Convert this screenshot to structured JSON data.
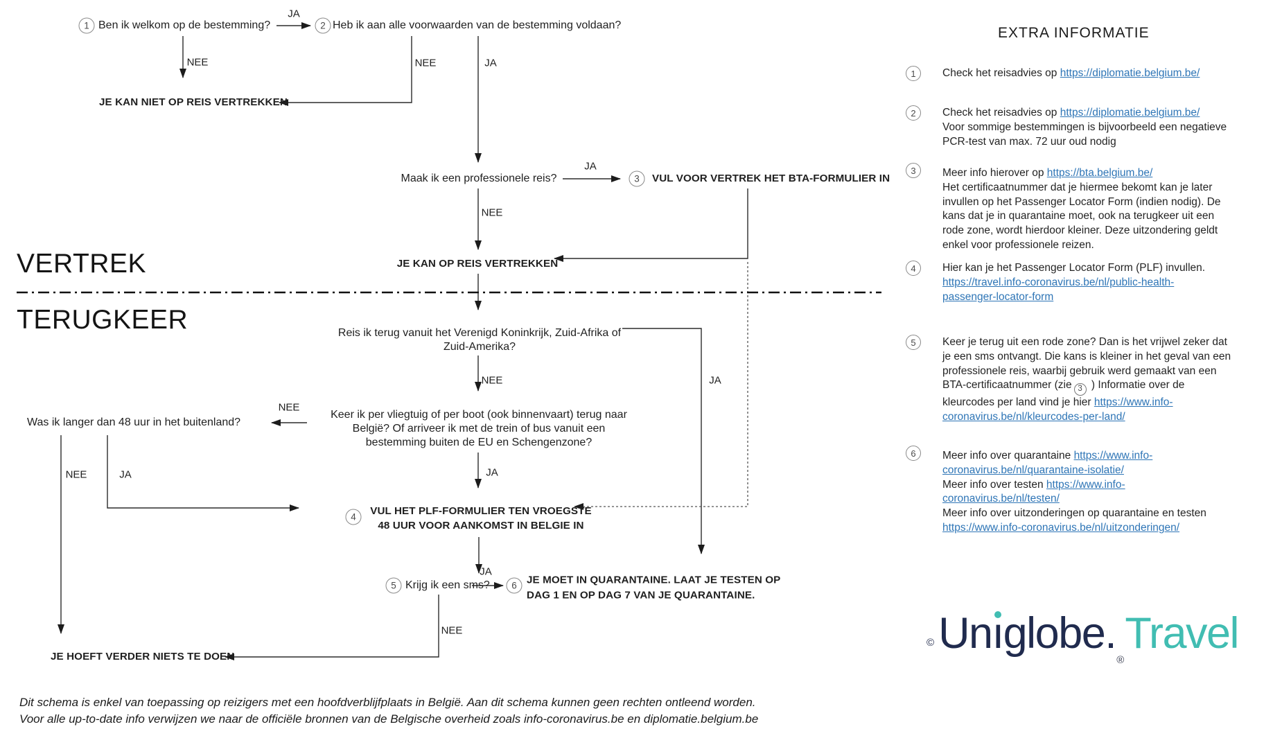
{
  "flow": {
    "ja": "JA",
    "nee": "NEE",
    "sections": {
      "vertrek": "VERTREK",
      "terugkeer": "TERUGKEER"
    },
    "nodes": {
      "q1": {
        "num": "1",
        "text": "Ben ik welkom op de bestemming?"
      },
      "q2": {
        "num": "2",
        "text": "Heb ik aan alle voorwaarden van de bestemming voldaan?"
      },
      "no_travel": {
        "text": "JE KAN NIET OP REIS VERTREKKEN"
      },
      "q_professional": {
        "text": "Maak ik een professionele reis?"
      },
      "bta": {
        "num": "3",
        "text": "VUL VOOR VERTREK HET BTA-FORMULIER IN"
      },
      "can_travel": {
        "text": "JE KAN OP REIS VERTREKKEN"
      },
      "q_uk": {
        "line1": "Reis ik terug vanuit het Verenigd Koninkrijk, Zuid-Afrika of",
        "line2": "Zuid-Amerika?"
      },
      "q_transport": {
        "line1": "Keer ik per vliegtuig of per boot (ook binnenvaart) terug naar",
        "line2": "België? Of arriveer ik met de trein of bus vanuit een",
        "line3": "bestemming buiten de EU en Schengenzone?"
      },
      "q_48h": {
        "text": "Was ik langer dan 48 uur in het buitenland?"
      },
      "plf": {
        "num": "4",
        "line1": "VUL HET PLF-FORMULIER TEN VROEGSTE",
        "line2": "48 UUR VOOR AANKOMST IN BELGIE IN"
      },
      "q_sms": {
        "num": "5",
        "text": "Krijg ik een sms?"
      },
      "quarantine": {
        "num": "6",
        "line1": "JE MOET IN QUARANTAINE. LAAT JE TESTEN OP",
        "line2": "DAG 1 EN OP DAG 7 VAN JE QUARANTAINE."
      },
      "nothing": {
        "text": "JE HOEFT VERDER NIETS TE DOEN"
      }
    }
  },
  "sidebar": {
    "title": "EXTRA INFORMATIE",
    "items": [
      {
        "num": "1",
        "lines": [
          {
            "pre": "Check het reisadvies op ",
            "link": "https://diplomatie.belgium.be/"
          }
        ]
      },
      {
        "num": "2",
        "lines": [
          {
            "pre": "Check het reisadvies op ",
            "link": "https://diplomatie.belgium.be/"
          },
          {
            "pre": "Voor sommige bestemmingen is bijvoorbeeld een negatieve"
          },
          {
            "pre": "PCR-test van max. 72 uur oud nodig"
          }
        ]
      },
      {
        "num": "3",
        "lines": [
          {
            "pre": "Meer info hierover op ",
            "link": "https://bta.belgium.be/"
          },
          {
            "pre": "Het certificaatnummer dat je hiermee bekomt kan je later"
          },
          {
            "pre": "invullen op het Passenger Locator Form (indien nodig). De"
          },
          {
            "pre": "kans dat je in quarantaine moet, ook na terugkeer uit een"
          },
          {
            "pre": "rode zone, wordt hierdoor kleiner. Deze uitzondering geldt"
          },
          {
            "pre": "enkel voor professionele reizen."
          }
        ]
      },
      {
        "num": "4",
        "lines": [
          {
            "pre": "Hier kan je het Passenger Locator Form (PLF) invullen."
          },
          {
            "link": "https://travel.info-coronavirus.be/nl/public-health-"
          },
          {
            "link": "passenger-locator-form"
          }
        ]
      },
      {
        "num": "5",
        "lines": [
          {
            "pre": "Keer je terug uit een rode zone? Dan is het vrijwel zeker dat"
          },
          {
            "pre": "je een sms ontvangt. Die kans is kleiner in het geval van een"
          },
          {
            "pre": "professionele reis, waarbij gebruik werd gemaakt van een"
          },
          {
            "pre": "BTA-certificaatnummer (zie",
            "num": "3",
            "post": " ) Informatie over de"
          },
          {
            "pre": "kleurcodes per land vind je hier ",
            "link": "https://www.info-"
          },
          {
            "link": "coronavirus.be/nl/kleurcodes-per-land/"
          }
        ]
      },
      {
        "num": "6",
        "lines": [
          {
            "pre": "Meer info over quarantaine ",
            "link": "https://www.info-"
          },
          {
            "link": "coronavirus.be/nl/quarantaine-isolatie/"
          },
          {
            "pre": "Meer info over testen ",
            "link": "https://www.info-"
          },
          {
            "link": "coronavirus.be/nl/testen/"
          },
          {
            "pre": "Meer info over uitzonderingen op quarantaine en testen"
          },
          {
            "link": "https://www.info-coronavirus.be/nl/uitzonderingen/"
          }
        ]
      }
    ]
  },
  "logo": {
    "copyright": "©",
    "part1": "Un",
    "dotless_i": "ı",
    "part2": "globe",
    "dot": ".",
    "registered": "®",
    "part3": "Travel",
    "navy": "#202b4e",
    "teal": "#41bdb2"
  },
  "footer": {
    "line1": "Dit schema is enkel van toepassing op reizigers met een hoofdverblijfplaats in België. Aan dit schema kunnen geen rechten ontleend worden.",
    "line2": "Voor alle up-to-date info verwijzen we naar de officiële bronnen van de Belgische overheid zoals info-coronavirus.be en diplomatie.belgium.be"
  },
  "colors": {
    "link": "#2e75b6",
    "line": "#2b2b2b",
    "circle_border": "#8a8a8a"
  }
}
